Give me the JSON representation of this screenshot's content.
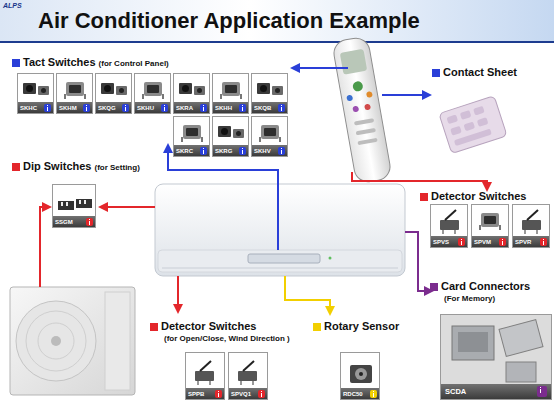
{
  "diagram": {
    "title": "Air Conditioner Application Example",
    "nodes": [
      {
        "text": [
          "Tact Switches",
          "(for Control Panel)"
        ]
      },
      {
        "text": [
          "SKHC"
        ],
        "in": 0
      },
      {
        "text": [
          "SKHM"
        ],
        "in": 0
      },
      {
        "text": [
          "SKQG"
        ],
        "in": 0
      },
      {
        "text": [
          "SKHU"
        ],
        "in": 0
      },
      {
        "text": [
          "SKRA"
        ],
        "in": 0
      },
      {
        "text": [
          "SKHH"
        ],
        "in": 0
      },
      {
        "text": [
          "SKQB"
        ],
        "in": 0
      },
      {
        "text": [
          "SKRC"
        ],
        "in": 0
      },
      {
        "text": [
          "SKRG"
        ],
        "in": 0
      },
      {
        "text": [
          "SKHV"
        ],
        "in": 0
      },
      {
        "text": [
          "Dip Switches",
          "(for Setting)"
        ]
      },
      {
        "text": [
          "SSGM"
        ],
        "in": 11
      },
      {
        "text": [
          "Detector Switches"
        ]
      },
      {
        "text": [
          "SPVS"
        ],
        "in": 13
      },
      {
        "text": [
          "SPVM"
        ],
        "in": 13
      },
      {
        "text": [
          "SPVR"
        ],
        "in": 13
      },
      {
        "text": [
          "Card Connectors",
          "(For Memory)"
        ]
      },
      {
        "text": [
          "SCDA"
        ],
        "in": 17
      },
      {
        "text": [
          "Detector Switches",
          "(for Open/Close, Wind Direction )"
        ]
      },
      {
        "text": [
          "SPPB"
        ],
        "in": 19
      },
      {
        "text": [
          "SPVQ1"
        ],
        "in": 19
      },
      {
        "text": [
          "Rotary Sensor"
        ]
      },
      {
        "text": [
          "RDC50"
        ],
        "in": 22
      }
    ],
    "labels": [
      "ALPS",
      "Contact Sheet"
    ]
  }
}
